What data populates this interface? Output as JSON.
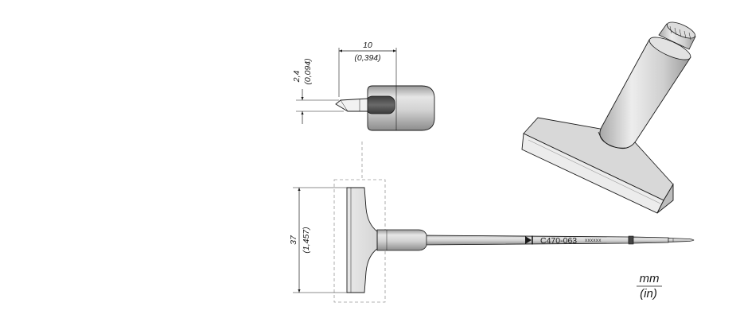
{
  "drawing": {
    "dim_width_mm": "10",
    "dim_width_in": "(0,394)",
    "dim_thickness_mm": "2,4",
    "dim_thickness_in": "(0,094)",
    "dim_length_mm": "37",
    "dim_length_in": "(1,457)",
    "part_number": "C470-063",
    "serial": "xxxxxx",
    "units_primary": "mm",
    "units_secondary": "(in)"
  },
  "colors": {
    "line": "#1a1a1a",
    "metal_light": "#ececec",
    "metal_mid": "#c9c9c9",
    "metal_dark": "#8f8f8f",
    "tip_dark": "#555555",
    "dashed": "#9a9a9a"
  }
}
